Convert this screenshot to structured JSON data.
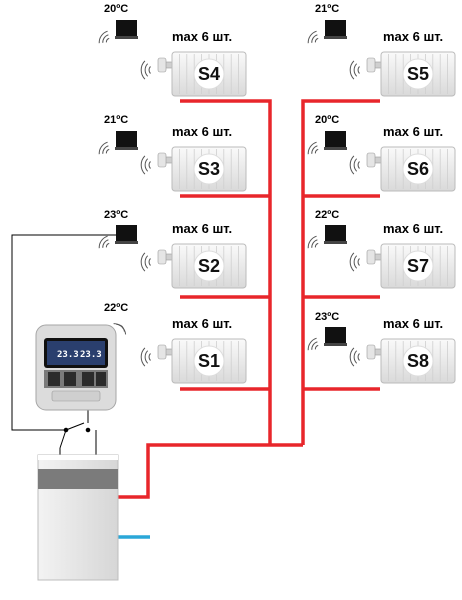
{
  "zones": [
    {
      "id": "S4",
      "temp": "20ºC",
      "max": "max 6 шт."
    },
    {
      "id": "S3",
      "temp": "21ºC",
      "max": "max 6 шт."
    },
    {
      "id": "S2",
      "temp": "23ºC",
      "max": "max 6 шт."
    },
    {
      "id": "S1",
      "temp": "22ºC",
      "max": "max 6 шт."
    },
    {
      "id": "S5",
      "temp": "21ºC",
      "max": "max 6 шт."
    },
    {
      "id": "S6",
      "temp": "20ºC",
      "max": "max 6 шт."
    },
    {
      "id": "S7",
      "temp": "22ºC",
      "max": "max 6 шт."
    },
    {
      "id": "S8",
      "temp": "23ºC",
      "max": "max 6 шт."
    }
  ],
  "controller": {
    "display_left": "23.3",
    "display_right": "23.3"
  },
  "colors": {
    "supply_pipe": "#e8262b",
    "return_pipe": "#2aa7d8",
    "wire": "#000000"
  }
}
